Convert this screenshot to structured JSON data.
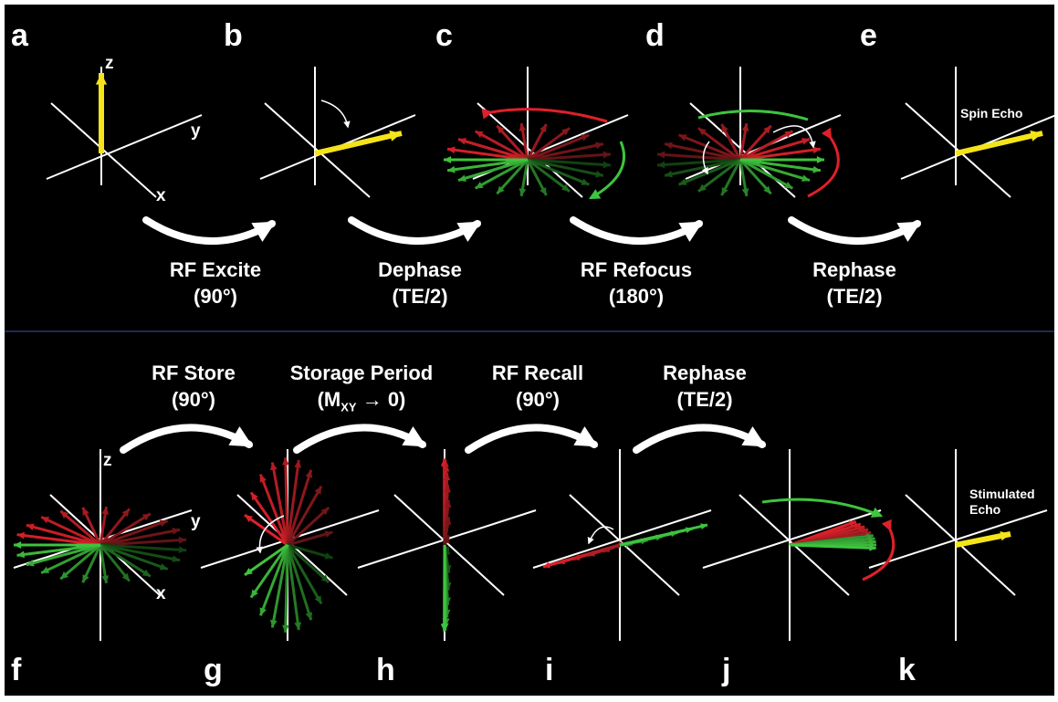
{
  "panel_letters": [
    "a",
    "b",
    "c",
    "d",
    "e",
    "f",
    "g",
    "h",
    "i",
    "j",
    "k"
  ],
  "top_steps": [
    {
      "line1": "RF Excite",
      "line2": "(90°)"
    },
    {
      "line1": "Dephase",
      "line2": "(TE/2)"
    },
    {
      "line1": "RF Refocus",
      "line2": "(180°)"
    },
    {
      "line1": "Rephase",
      "line2": "(TE/2)"
    }
  ],
  "bottom_steps": [
    {
      "line1": "RF Store",
      "line2": "(90°)"
    },
    {
      "line1": "Storage Period",
      "line2_prefix": "(M",
      "line2_sub": "XY",
      "line2_suffix": " → 0)"
    },
    {
      "line1": "RF Recall",
      "line2": "(90°)"
    },
    {
      "line1": "Rephase",
      "line2": "(TE/2)"
    }
  ],
  "axis_labels": {
    "z": "z",
    "y": "y",
    "x": "x"
  },
  "echo_labels": {
    "spin": "Spin Echo",
    "stimulated_line1": "Stimulated",
    "stimulated_line2": "Echo"
  },
  "colors": {
    "background": "#000000",
    "axis": "#ffffff",
    "magnetization": "#f5e41a",
    "fast_spins": "#e0202a",
    "slow_spins": "#3ec43e",
    "process_arrow": "#ffffff",
    "divider": "#1e2a55"
  },
  "icons": {
    "process_arrow": "curved-arrow-icon",
    "spin_vector": "arrow-icon"
  }
}
